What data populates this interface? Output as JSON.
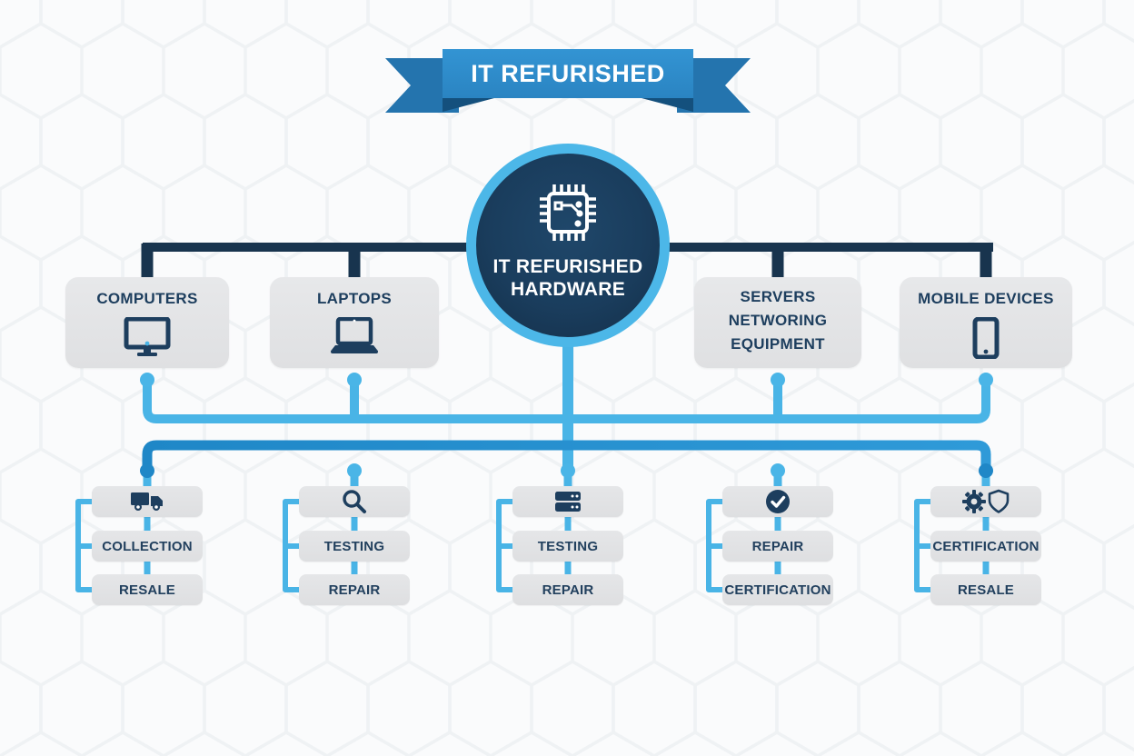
{
  "banner": {
    "title": "IT REFURISHED"
  },
  "hub": {
    "icon": "chip-icon",
    "line1": "IT REFURISHED",
    "line2": "HARDWARE"
  },
  "categories": [
    {
      "id": "computers",
      "icon": "desktop-monitor-icon",
      "label_lines": [
        "COMPUTERS"
      ]
    },
    {
      "id": "laptops",
      "icon": "laptop-icon",
      "label_lines": [
        "LAPTOPS"
      ]
    },
    {
      "id": "servers-networking",
      "icon": "none",
      "label_lines": [
        "SERVERS",
        "NETWORING",
        "EQUIPMENT"
      ]
    },
    {
      "id": "mobile-devices",
      "icon": "smartphone-icon",
      "label_lines": [
        "MOBILE DEVICES"
      ]
    }
  ],
  "process_columns": [
    {
      "icon": "delivery-truck-icon",
      "steps": [
        "COLLECTION",
        "RESALE"
      ]
    },
    {
      "icon": "magnifier-icon",
      "steps": [
        "TESTING",
        "REPAIR"
      ]
    },
    {
      "icon": "server-rack-icon",
      "steps": [
        "TESTING",
        "REPAIR"
      ]
    },
    {
      "icon": "check-circle-icon",
      "steps": [
        "REPAIR",
        "CERTIFICATION"
      ]
    },
    {
      "icon": "gear-shield-icon",
      "steps": [
        "CERTIFICATION",
        "RESALE"
      ]
    }
  ],
  "colors": {
    "background": "#fafbfc",
    "hexagon_outline": "#edf0f3",
    "navy_line": "#18344e",
    "light_blue": "#49b4e6",
    "mid_blue": "#1f87c7",
    "banner_blue": "#2e8cc9",
    "banner_tail": "#2474ae",
    "banner_fold": "#14507d",
    "box_gray": "#e3e4e6",
    "text_navy": "#1d3e5e",
    "hub_fill": "#1a3d5d",
    "hub_ring": "#4cb7e8"
  }
}
